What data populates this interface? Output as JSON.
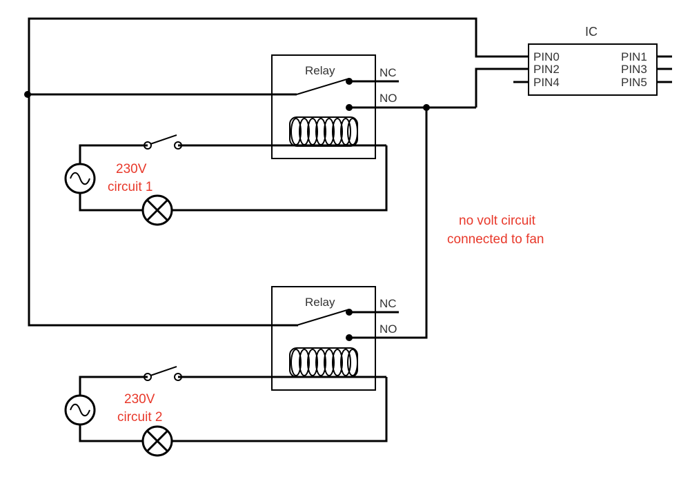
{
  "ic": {
    "title": "IC",
    "pins_left": [
      "PIN0",
      "PIN2",
      "PIN4"
    ],
    "pins_right": [
      "PIN1",
      "PIN3",
      "PIN5"
    ]
  },
  "relay_top": {
    "label": "Relay",
    "nc": "NC",
    "no": "NO"
  },
  "relay_bottom": {
    "label": "Relay",
    "nc": "NC",
    "no": "NO"
  },
  "circuit_top": {
    "line1": "230V",
    "line2": "circuit 1"
  },
  "circuit_bottom": {
    "line1": "230V",
    "line2": "circuit 2"
  },
  "note": {
    "line1": "no volt circuit",
    "line2": "connected to fan"
  },
  "colors": {
    "wire": "#000000",
    "annotation": "#e8382a",
    "label": "#333333"
  }
}
